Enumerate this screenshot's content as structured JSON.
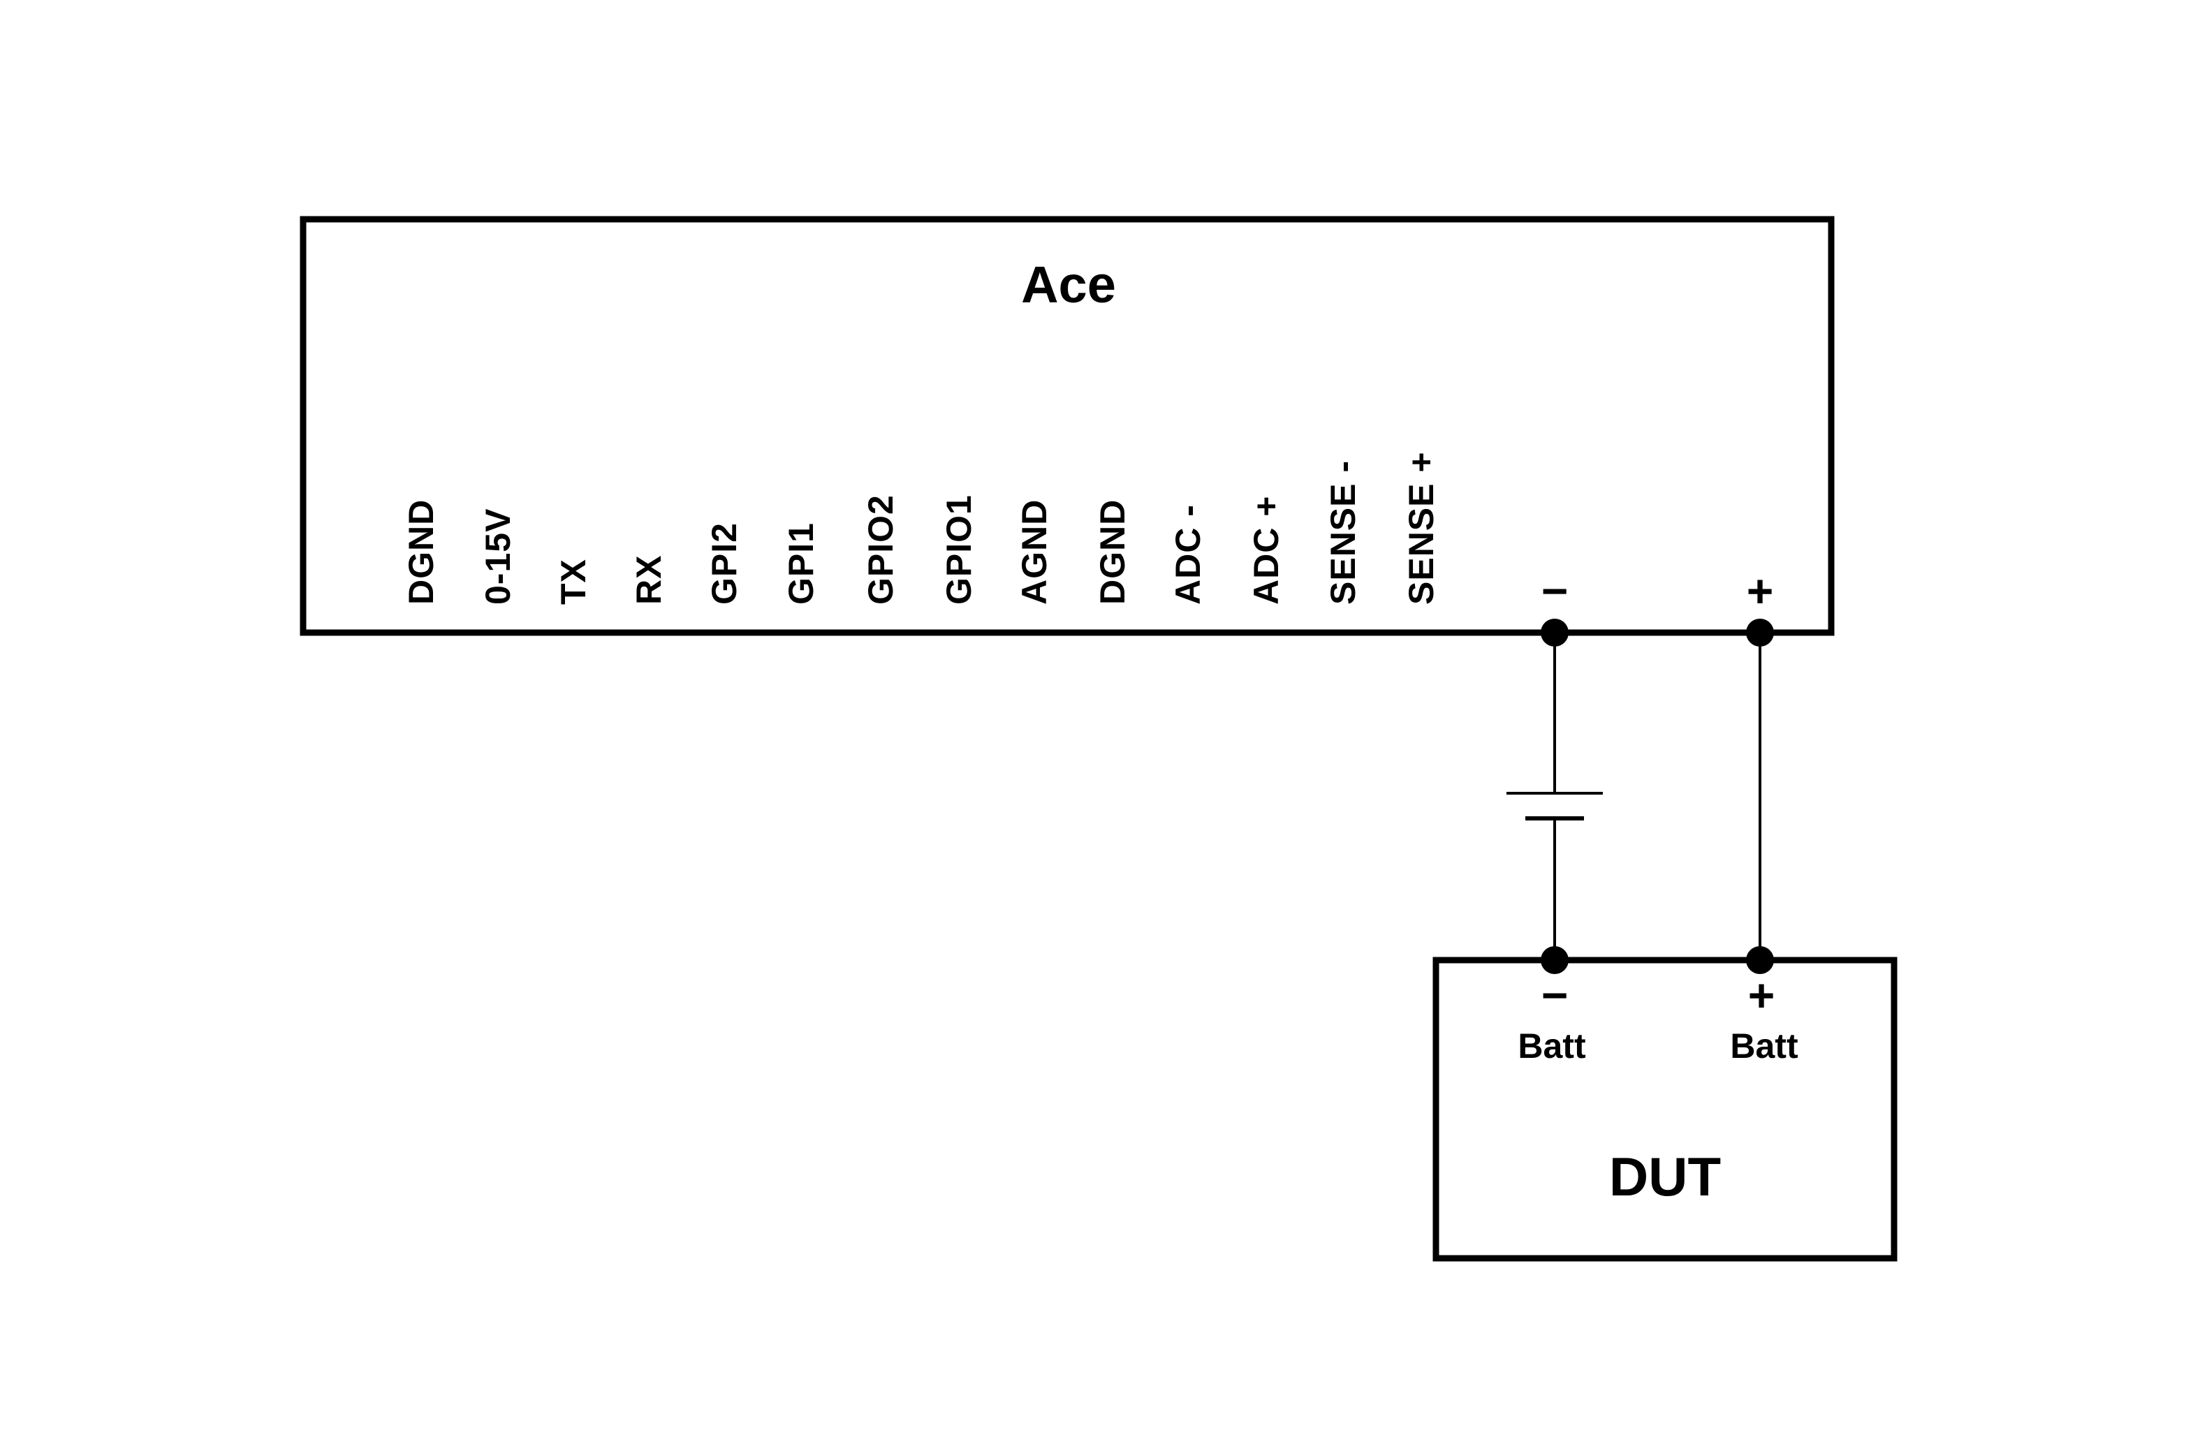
{
  "diagram": {
    "background_color": "#ffffff",
    "line_color": "#000000",
    "ace": {
      "title": "Ace",
      "pins": [
        "DGND",
        "0-15V",
        "TX",
        "RX",
        "GPI2",
        "GPI1",
        "GPIO2",
        "GPIO1",
        "AGND",
        "DGND",
        "ADC -",
        "ADC +",
        "SENSE -",
        "SENSE +"
      ],
      "terminals": {
        "minus": "−",
        "plus": "+"
      }
    },
    "dut": {
      "title": "DUT",
      "terminals": {
        "minus": "−",
        "plus": "+",
        "batt_minus": "Batt",
        "batt_plus": "Batt"
      }
    }
  }
}
